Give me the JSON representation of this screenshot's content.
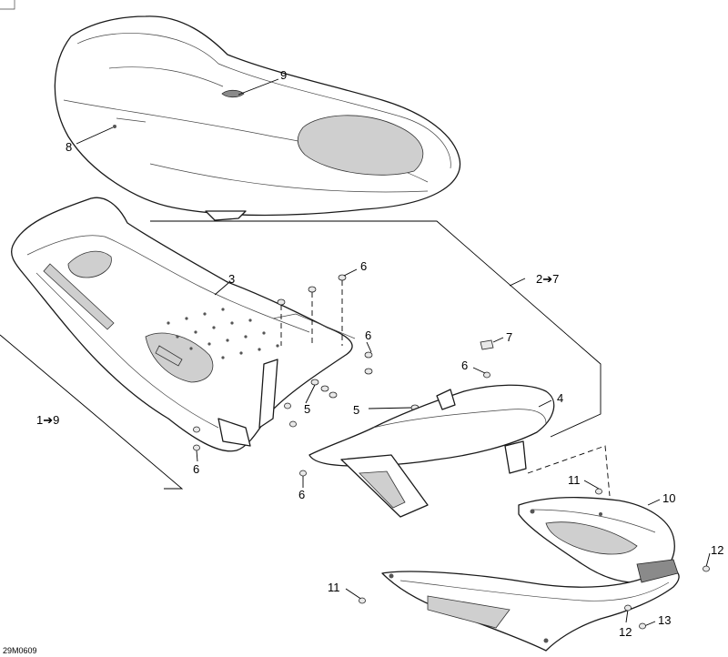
{
  "drawing": {
    "code": "29M0609",
    "callouts": {
      "c8": "8",
      "c9": "9",
      "c3": "3",
      "c6a": "6",
      "c6b": "6",
      "c6c": "6",
      "c6d": "6",
      "c6e": "6",
      "c5a": "5",
      "c5b": "5",
      "c7": "7",
      "c4": "4",
      "c10": "10",
      "c11a": "11",
      "c11b": "11",
      "c12a": "12",
      "c12b": "12",
      "c13": "13"
    },
    "group_labels": {
      "g27": "2➔7",
      "g19": "1➔9"
    }
  }
}
